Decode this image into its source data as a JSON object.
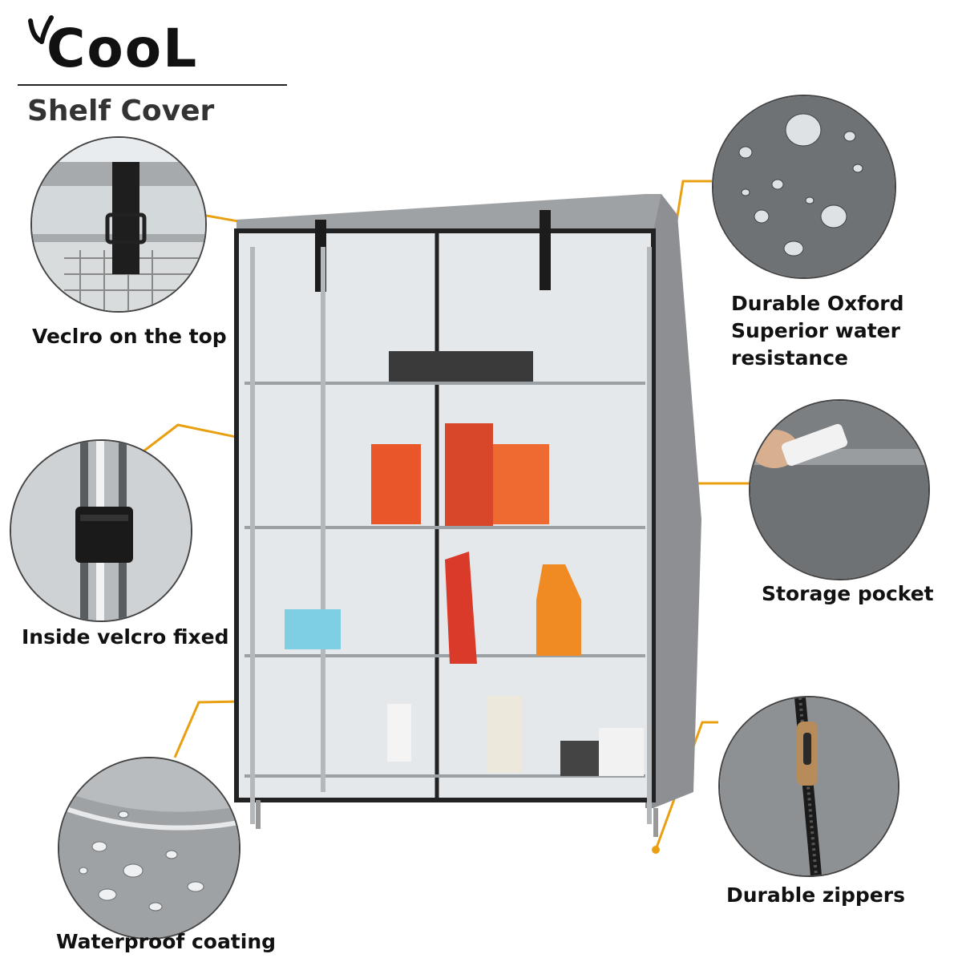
{
  "brand": {
    "logo_text": "CooL",
    "subtitle": "Shelf Cover"
  },
  "features": [
    {
      "label": "Veclro on the top",
      "icon": "velcro-strap-detail"
    },
    {
      "label": "Inside velcro fixed",
      "icon": "pole-velcro-detail"
    },
    {
      "label": "Waterproof coating",
      "icon": "water-beads-detail"
    },
    {
      "label": "Durable Oxford\nSuperior water\nresistance",
      "icon": "oxford-fabric-detail"
    },
    {
      "label": "Storage pocket",
      "icon": "side-pocket-detail"
    },
    {
      "label": "Durable zippers",
      "icon": "zipper-detail"
    }
  ],
  "colors": {
    "accent_line": "#e8a010",
    "cover_gray": "#8d8f92",
    "clear_panel": "#dfe4e6",
    "bottle_orange": "#e8562a"
  }
}
